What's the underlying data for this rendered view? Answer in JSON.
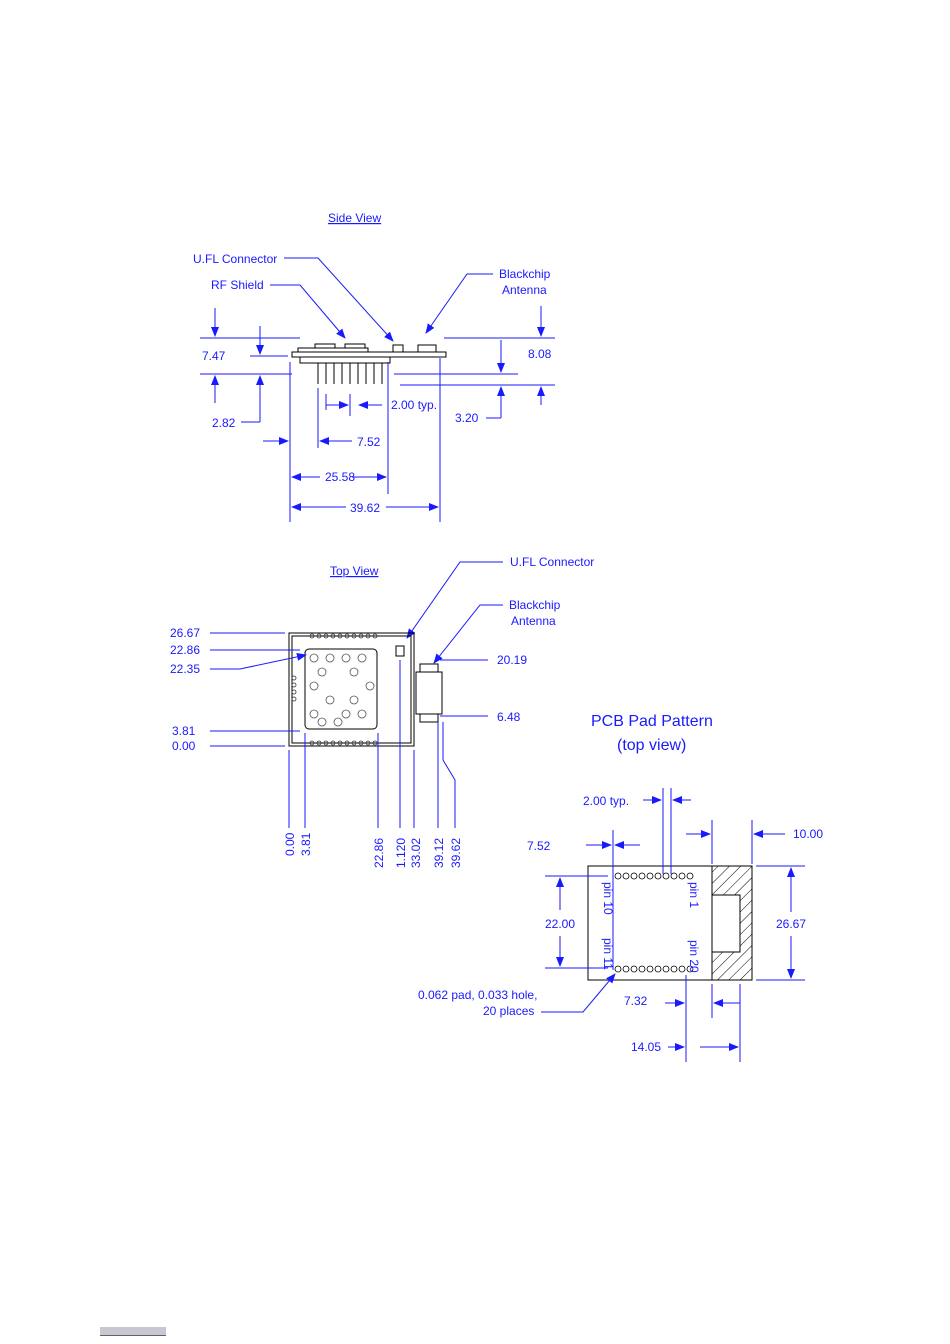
{
  "side_view": {
    "title": "Side View",
    "callouts": {
      "ufl": "U.FL Connector",
      "rf_shield": "RF Shield",
      "antenna_1": "Blackchip",
      "antenna_2": "Antenna"
    },
    "dims": {
      "d747": "7.47",
      "d808": "8.08",
      "d282": "2.82",
      "d200": "2.00 typ.",
      "d320": "3.20",
      "d752": "7.52",
      "d2558": "25.58",
      "d3962": "39.62"
    }
  },
  "top_view": {
    "title": "Top View",
    "callouts": {
      "ufl": "U.FL Connector",
      "antenna_1": "Blackchip",
      "antenna_2": "Antenna"
    },
    "left_dims": [
      "26.67",
      "22.86",
      "22.35",
      "3.81",
      "0.00"
    ],
    "right_dims": [
      "20.19",
      "6.48"
    ],
    "bottom_dims": [
      "0.00",
      "3.81",
      "22.86",
      "1.120",
      "33.02",
      "39.12",
      "39.62"
    ]
  },
  "pad_pattern": {
    "title_1": "PCB Pad Pattern",
    "title_2": "(top view)",
    "dims": {
      "d200": "2.00 typ.",
      "d752": "7.52",
      "d1000": "10.00",
      "d2200": "22.00",
      "d2667": "26.67",
      "d732": "7.32",
      "d1405": "14.05"
    },
    "pins": {
      "pin1": "pin 1",
      "pin10": "pin 10",
      "pin11": "pin 11",
      "pin20": "pin 20"
    },
    "pad_note_1": "0.062 pad, 0.033 hole,",
    "pad_note_2": "20 places"
  }
}
